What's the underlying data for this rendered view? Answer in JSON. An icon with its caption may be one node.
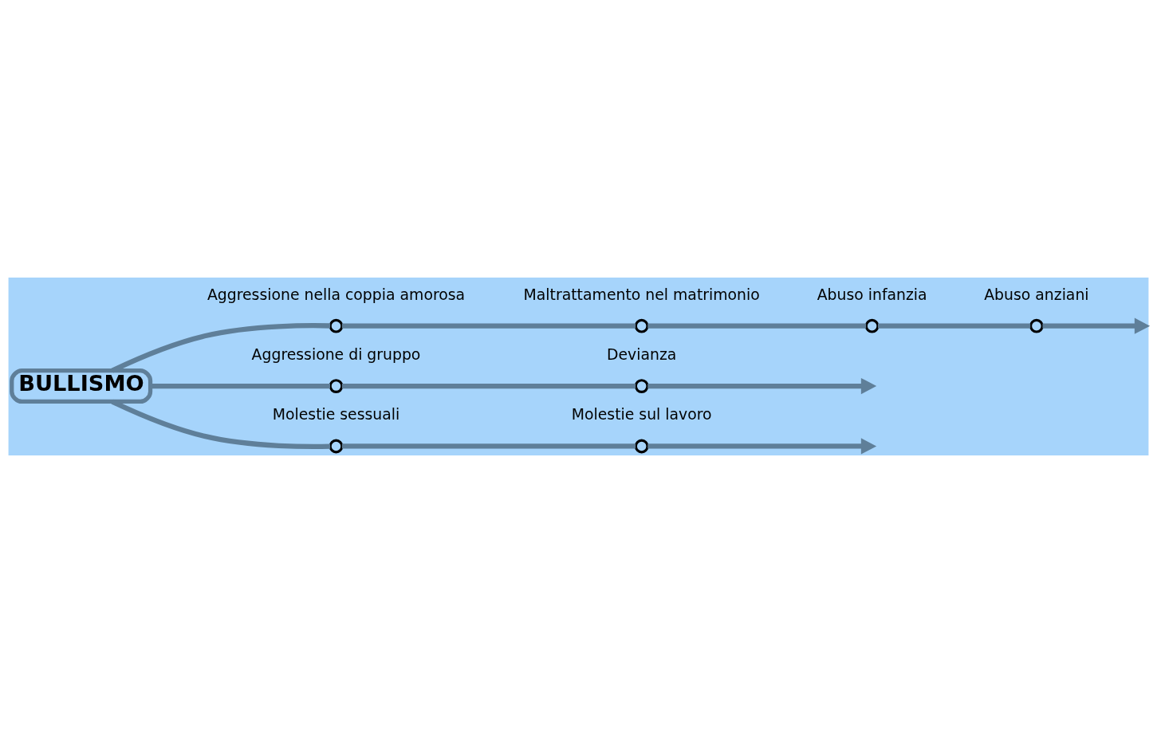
{
  "diagram": {
    "nodes": [
      {
        "text": [
          "BULLISMO"
        ]
      },
      {
        "text": [],
        "shape": "circle",
        "beside": [
          "Aggressione nella coppia amorosa"
        ]
      },
      {
        "text": [],
        "shape": "circle",
        "beside": [
          "Maltrattamento nel matrimonio"
        ]
      },
      {
        "text": [],
        "shape": "circle",
        "beside": [
          "Abuso infanzia"
        ]
      },
      {
        "text": [],
        "shape": "circle",
        "beside": [
          "Abuso anziani"
        ]
      },
      {
        "text": [],
        "shape": "circle",
        "beside": [
          "Aggressione di gruppo"
        ]
      },
      {
        "text": [],
        "shape": "circle",
        "beside": [
          "Devianza"
        ]
      },
      {
        "text": [],
        "shape": "circle",
        "beside": [
          "Molestie sessuali"
        ]
      },
      {
        "text": [],
        "shape": "circle",
        "beside": [
          "Molestie sul lavoro"
        ]
      }
    ],
    "edges": [
      {
        "from": 0,
        "to": 1,
        "arrow": "none"
      },
      {
        "from": 1,
        "to": 2,
        "arrow": "none"
      },
      {
        "from": 2,
        "to": 3,
        "arrow": "none"
      },
      {
        "from": 3,
        "to": 4,
        "arrow": "none"
      },
      {
        "from": 4,
        "to": null,
        "arrow": "to"
      },
      {
        "from": 0,
        "to": 5,
        "arrow": "none"
      },
      {
        "from": 5,
        "to": 6,
        "arrow": "none"
      },
      {
        "from": 6,
        "to": null,
        "arrow": "to"
      },
      {
        "from": 0,
        "to": 7,
        "arrow": "none"
      },
      {
        "from": 7,
        "to": 8,
        "arrow": "none"
      },
      {
        "from": 8,
        "to": null,
        "arrow": "to"
      }
    ]
  }
}
